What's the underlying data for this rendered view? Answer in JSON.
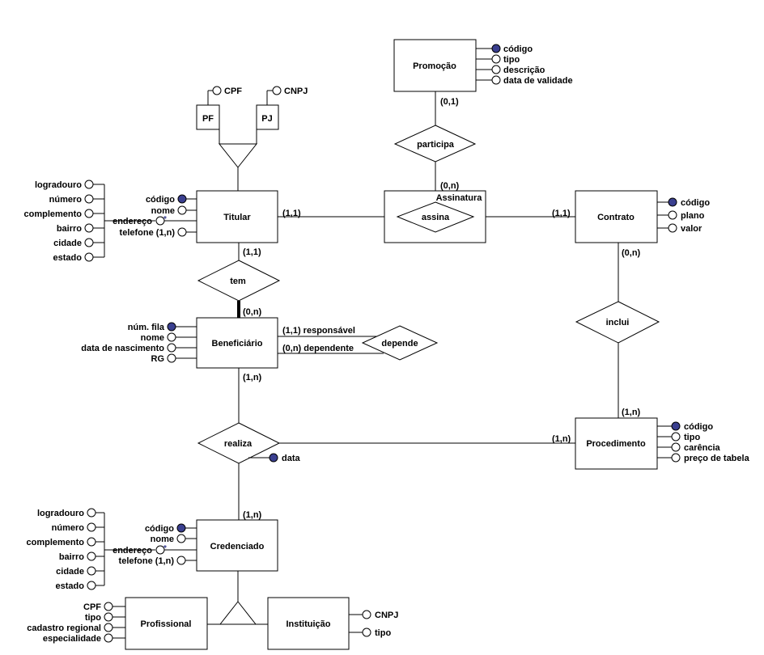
{
  "entities": {
    "promocao": "Promoção",
    "pf": "PF",
    "pj": "PJ",
    "titular": "Titular",
    "assinatura": "Assinatura",
    "contrato": "Contrato",
    "beneficiario": "Beneficiário",
    "procedimento": "Procedimento",
    "credenciado": "Credenciado",
    "profissional": "Profissional",
    "instituicao": "Instituição"
  },
  "relationships": {
    "participa": "participa",
    "assina": "assina",
    "tem": "tem",
    "depende": "depende",
    "inclui": "inclui",
    "realiza": "realiza"
  },
  "attributes": {
    "promocao": [
      "código",
      "tipo",
      "descrição",
      "data de validade"
    ],
    "pf": "CPF",
    "pj": "CNPJ",
    "titular_addr": [
      "logradouro",
      "número",
      "complemento",
      "bairro",
      "cidade",
      "estado"
    ],
    "titular": [
      "código",
      "nome",
      "endereço",
      "telefone (1,n)"
    ],
    "contrato": [
      "código",
      "plano",
      "valor"
    ],
    "beneficiario": [
      "núm. fila",
      "nome",
      "data de nascimento",
      "RG"
    ],
    "procedimento": [
      "código",
      "tipo",
      "carência",
      "preço de tabela"
    ],
    "realiza_data": "data",
    "credenciado_addr": [
      "logradouro",
      "número",
      "complemento",
      "bairro",
      "cidade",
      "estado"
    ],
    "credenciado": [
      "código",
      "nome",
      "endereço",
      "telefone (1,n)"
    ],
    "profissional": [
      "CPF",
      "tipo",
      "cadastro regional",
      "especialidade"
    ],
    "instituicao": [
      "CNPJ",
      "tipo"
    ]
  },
  "cardinalities": {
    "promocao_participa": "(0,1)",
    "participa_assinatura": "(0,n)",
    "titular_assina": "(1,1)",
    "assina_contrato": "(1,1)",
    "titular_tem": "(1,1)",
    "tem_beneficiario": "(0,n)",
    "responsavel": "(1,1) responsável",
    "dependente": "(0,n) dependente",
    "contrato_inclui": "(0,n)",
    "inclui_procedimento": "(1,n)",
    "beneficiario_realiza": "(1,n)",
    "realiza_procedimento": "(1,n)",
    "realiza_credenciado": "(1,n)"
  },
  "colors": {
    "key_attribute": "#3a3f8f",
    "stroke": "#000000",
    "background": "#ffffff"
  }
}
